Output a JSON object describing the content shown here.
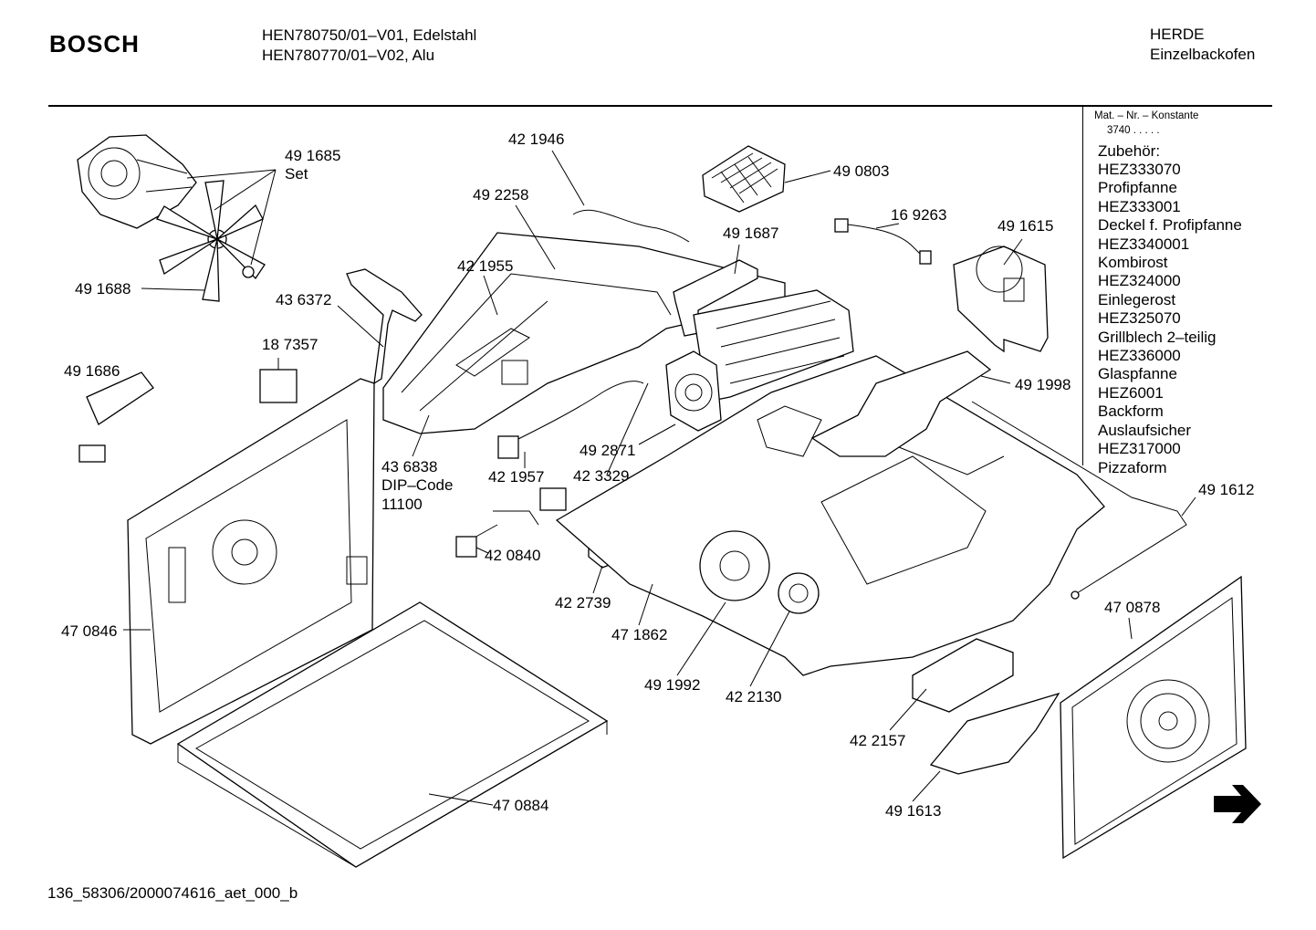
{
  "header": {
    "brand": "BOSCH",
    "model_line_1": "HEN780750/01–V01, Edelstahl",
    "model_line_2": "HEN780770/01–V02,  Alu",
    "category_line_1": "HERDE",
    "category_line_2": "Einzelbackofen"
  },
  "side_panel": {
    "mat_label": "Mat. – Nr. – Konstante",
    "mat_value": "3740  .   .   .   .   .",
    "accessories_title": "Zubehör:",
    "accessories": [
      "HEZ333070",
      "Profipfanne",
      "HEZ333001",
      "Deckel f. Profipfanne",
      "HEZ3340001",
      "Kombirost",
      "HEZ324000",
      "Einlegerost",
      "HEZ325070",
      "Grillblech 2–teilig",
      "HEZ336000",
      "Glaspfanne",
      "HEZ6001",
      "Backform",
      "Auslaufsicher",
      "HEZ317000",
      "Pizzaform"
    ]
  },
  "parts": {
    "p491685_a": "49 1685",
    "p491685_b": "Set",
    "p491688": "49 1688",
    "p421946": "42 1946",
    "p490803": "49 0803",
    "p492258": "49 2258",
    "p169263": "16 9263",
    "p491615": "49 1615",
    "p491687": "49 1687",
    "p421955": "42 1955",
    "p436372": "43 6372",
    "p187357": "18 7357",
    "p491686": "49 1686",
    "p491998": "49 1998",
    "p436838_a": "43 6838",
    "p436838_b": "DIP–Code",
    "p436838_c": "11100",
    "p421957": "42 1957",
    "p423329": "42 3329",
    "p492871": "49 2871",
    "p491612": "49 1612",
    "p420840": "42 0840",
    "p422739": "42 2739",
    "p470846": "47 0846",
    "p471862": "47 1862",
    "p470878": "47 0878",
    "p491992": "49 1992",
    "p422130": "42 2130",
    "p422157": "42 2157",
    "p470884": "47 0884",
    "p491613": "49 1613"
  },
  "footer": {
    "drawing_id": "136_58306/2000074616_aet_000_b"
  },
  "icons": {
    "next_page": "arrow-right-icon"
  }
}
